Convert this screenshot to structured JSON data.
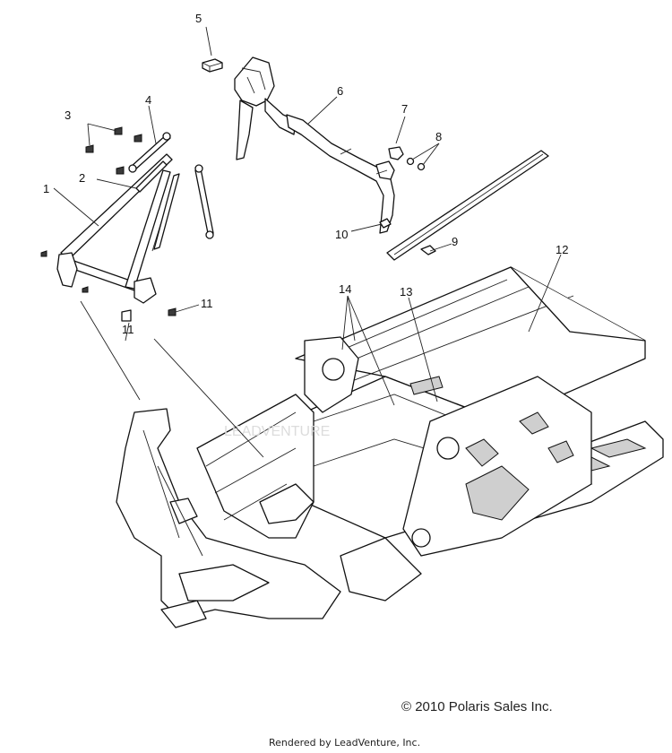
{
  "callouts": {
    "c1": "1",
    "c2": "2",
    "c3": "3",
    "c4": "4",
    "c5": "5",
    "c6": "6",
    "c7": "7",
    "c8": "8",
    "c9": "9",
    "c10": "10",
    "c11a": "11",
    "c11b": "11",
    "c12": "12",
    "c13": "13",
    "c14": "14"
  },
  "footer": {
    "copyright": "© 2010 Polaris Sales Inc.",
    "rendered_by": "Rendered by LeadVenture, Inc."
  },
  "icons": {
    "copyright_symbol": "copyright-icon"
  }
}
